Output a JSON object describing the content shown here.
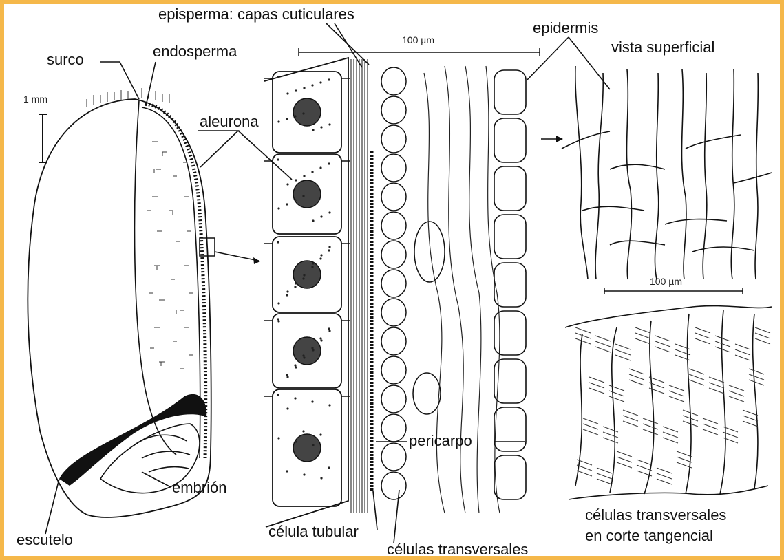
{
  "figure": {
    "labels": {
      "episperma": "episperma: capas cuticulares",
      "scale_top": "100 µm",
      "epidermis": "epidermis",
      "vista_superficial": "vista superficial",
      "surco": "surco",
      "endosperma": "endosperma",
      "scale_grain": "1 mm",
      "aleurona": "aleurona",
      "scale_right": "100 µm",
      "pericarpo": "pericarpo",
      "embrion": "embrión",
      "escutelo": "escutelo",
      "celula_tubular": "célula tubular",
      "celulas_transversales": "células transversales",
      "tangencial_line1": "células transversales",
      "tangencial_line2": "en corte tangencial"
    }
  },
  "colors": {
    "frame": "#f5b84a",
    "background": "#ffffff",
    "ink": "#111111"
  }
}
